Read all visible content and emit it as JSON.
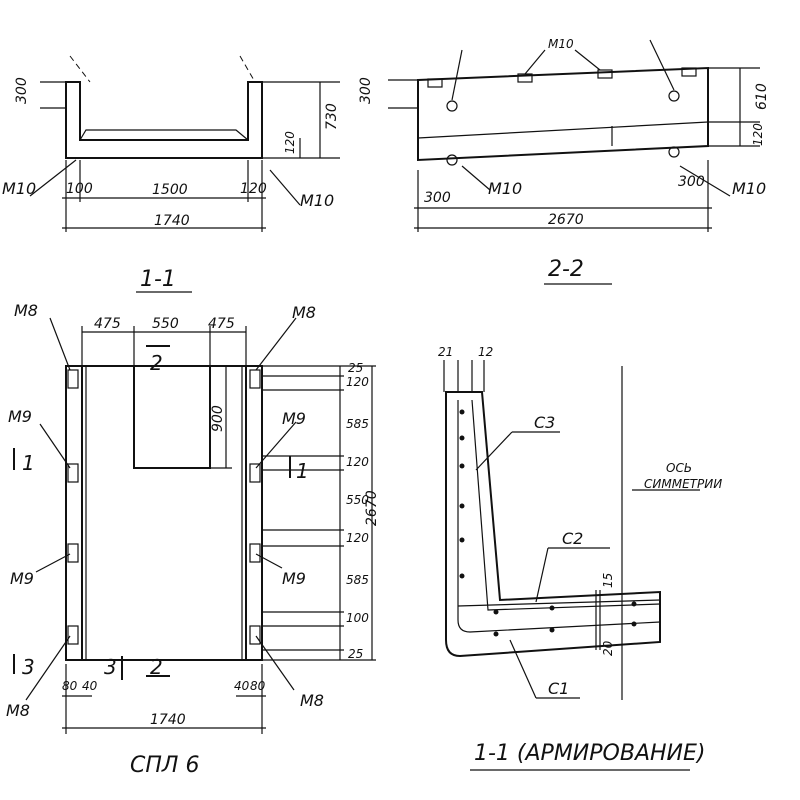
{
  "section_11_top": {
    "title": "1-1",
    "dim_300": "300",
    "dim_730": "730",
    "dim_120": "120",
    "dim_100": "100",
    "dim_1500": "1500",
    "dim_120b": "120",
    "dim_1740": "1740",
    "m10_left": "M10",
    "m10_right": "M10"
  },
  "section_22": {
    "title": "2-2",
    "dim_300_v": "300",
    "dim_610": "610",
    "dim_120": "120",
    "dim_300_left": "300",
    "dim_300_right": "300",
    "dim_2670": "2670",
    "m10_left": "M10",
    "m10_right": "M10",
    "m10_top": "M10"
  },
  "plan": {
    "title": "СПЛ 6",
    "m8_top_left": "M8",
    "m8_top_right": "M8",
    "m8_bottom_left": "M8",
    "m8_bottom_right": "M8",
    "m9_left_1": "M9",
    "m9_left_2": "M9",
    "m9_right_1": "M9",
    "m9_right_2": "M9",
    "dim_475_l": "475",
    "dim_550_top": "550",
    "dim_475_r": "475",
    "dim_900": "900",
    "dim_2670": "2670",
    "dim_1740": "1740",
    "dim_80_l": "80",
    "dim_40_l": "40",
    "dim_40_r": "40",
    "dim_80_r": "80",
    "v_dims": [
      "25",
      "120",
      "585",
      "120",
      "550",
      "120",
      "585",
      "100",
      "25"
    ],
    "sec_1": "1",
    "sec_2": "2",
    "sec_3": "3"
  },
  "reinforcement": {
    "title": "1-1 (АРМИРОВАНИЕ)",
    "c1": "С1",
    "c2": "С2",
    "c3": "С3",
    "axis_line1": "ОСЬ",
    "axis_line2": "СИММЕТРИИ",
    "dim_21": "21",
    "dim_12": "12",
    "dim_15": "15",
    "dim_20": "20"
  }
}
